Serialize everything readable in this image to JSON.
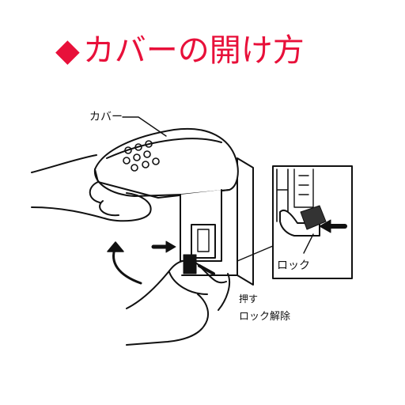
{
  "title": {
    "marker": "◆",
    "text": "カバーの開け方",
    "color": "#e8103a"
  },
  "labels": {
    "cover": "カバー",
    "lock": "ロック",
    "push_mark": "押す",
    "lock_release": "ロック解除"
  },
  "colors": {
    "ink": "#111111",
    "background": "#ffffff"
  }
}
